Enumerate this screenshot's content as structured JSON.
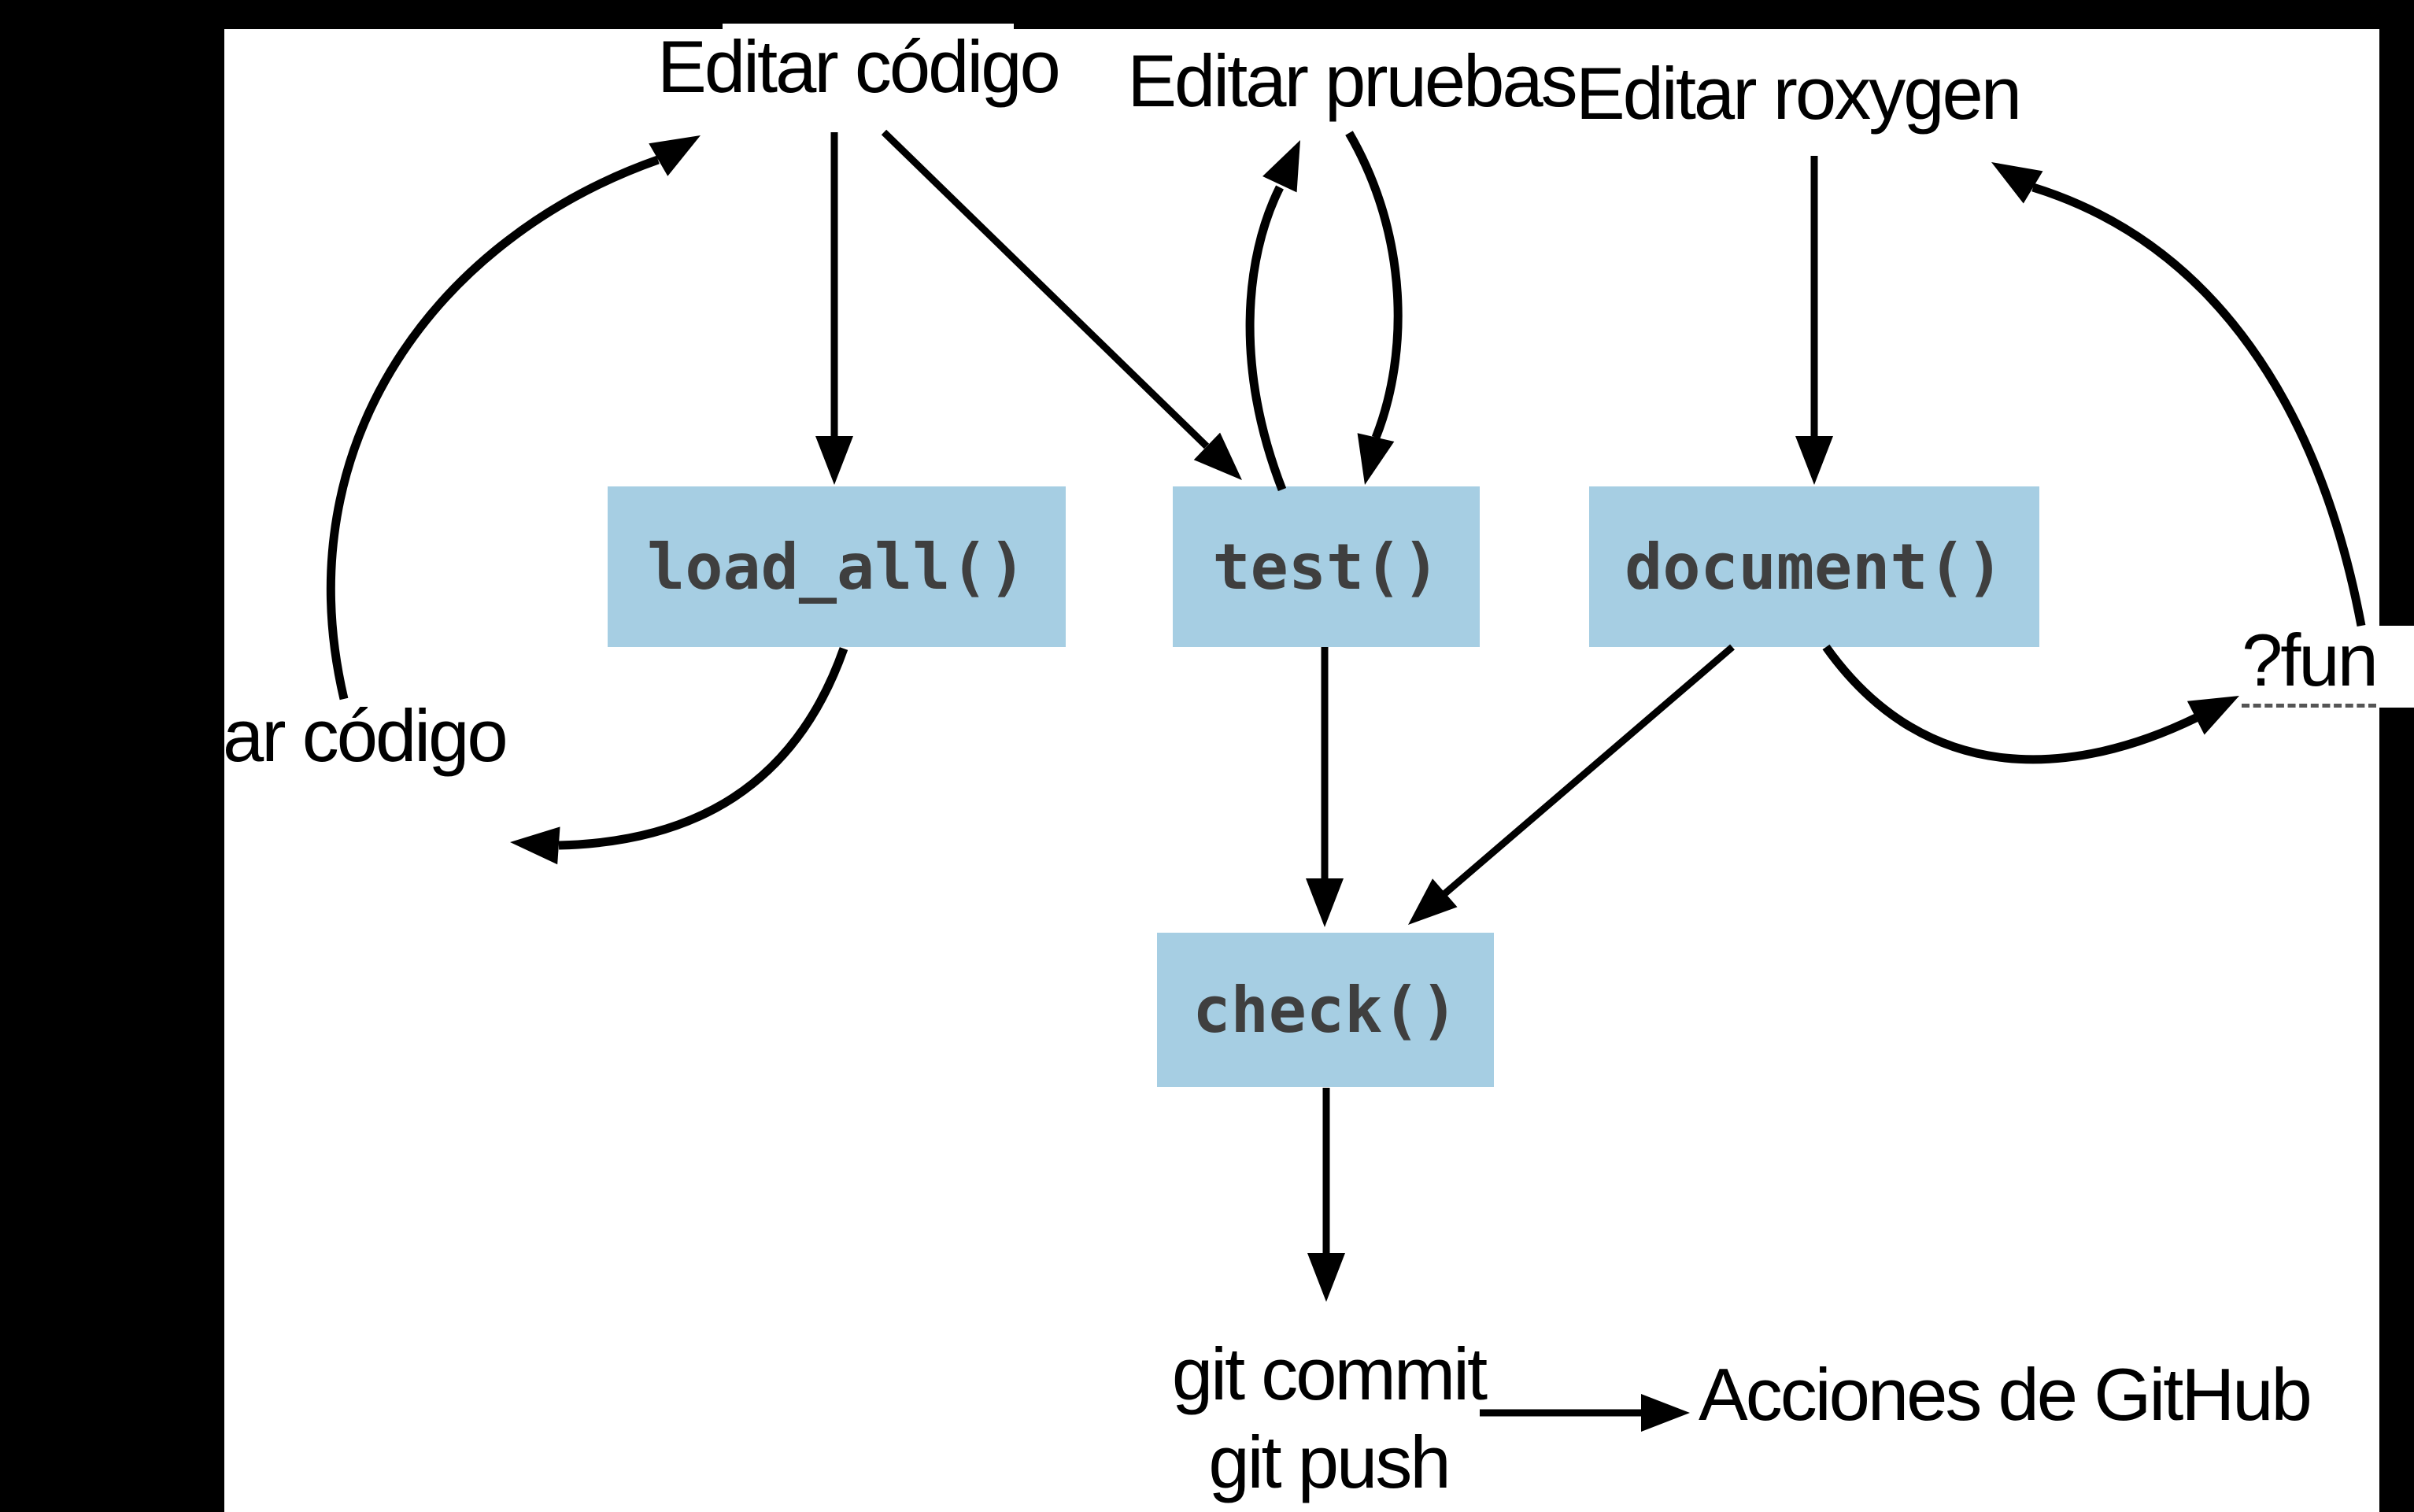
{
  "canvas": {
    "background": "#ffffff",
    "frame_color": "#000000",
    "box_fill": "#a6cee3",
    "box_text_color": "#3f3f3f",
    "arrow_color": "#000000"
  },
  "labels": {
    "editar_codigo": "Editar código",
    "editar_pruebas": "Editar pruebas",
    "editar_roxygen": "Editar roxygen",
    "recargar_codigo_clipped": "ar código",
    "help_fun": "?fun",
    "git_line1": "git commit",
    "git_line2": "git push",
    "acciones_github": "Acciones de GitHub"
  },
  "nodes": [
    {
      "id": "load_all",
      "label": "load_all()"
    },
    {
      "id": "test",
      "label": "test()"
    },
    {
      "id": "document",
      "label": "document()"
    },
    {
      "id": "check",
      "label": "check()"
    }
  ],
  "edges": [
    {
      "from": "Editar código",
      "to": "load_all()"
    },
    {
      "from": "Editar código",
      "to": "test()"
    },
    {
      "from": "Editar pruebas",
      "to": "test()"
    },
    {
      "from": "test()",
      "to": "Editar pruebas"
    },
    {
      "from": "Editar roxygen",
      "to": "document()"
    },
    {
      "from": "document()",
      "to": "?fun"
    },
    {
      "from": "?fun",
      "to": "Editar roxygen"
    },
    {
      "from": "load_all()",
      "to": "ar código"
    },
    {
      "from": "ar código",
      "to": "Editar código"
    },
    {
      "from": "test()",
      "to": "check()"
    },
    {
      "from": "document()",
      "to": "check()"
    },
    {
      "from": "check()",
      "to": "git commit / git push"
    },
    {
      "from": "git commit / git push",
      "to": "Acciones de GitHub"
    }
  ]
}
